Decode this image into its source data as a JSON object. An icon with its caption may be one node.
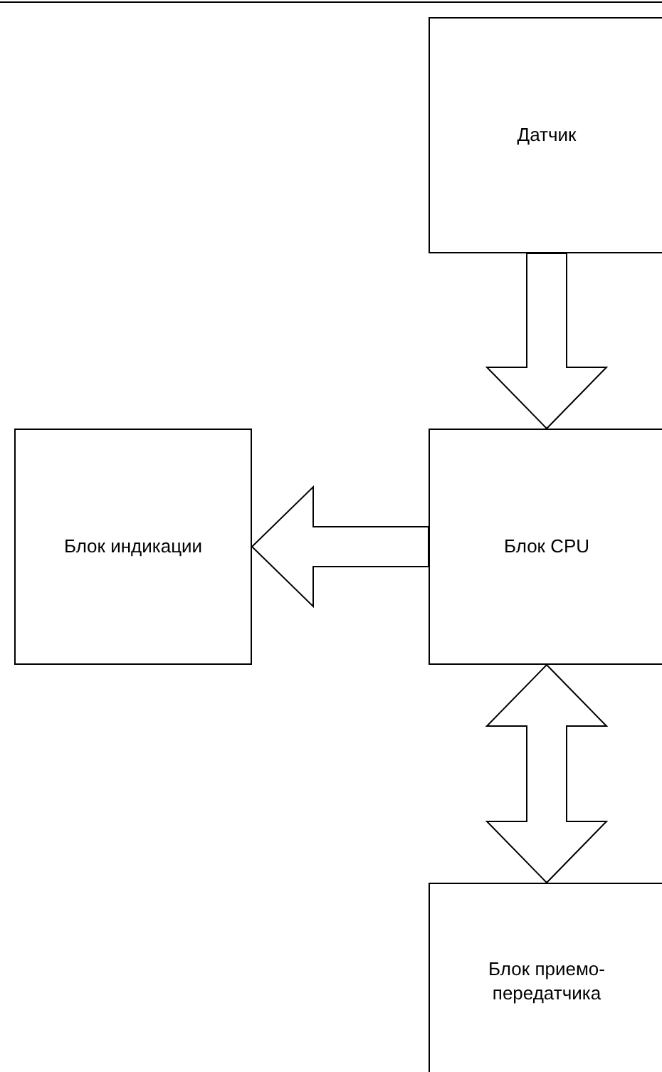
{
  "diagram": {
    "nodes": [
      {
        "text": [
          "Датчик"
        ]
      },
      {
        "text": [
          "Блок CPU"
        ]
      },
      {
        "text": [
          "Блок индикации"
        ]
      },
      {
        "text": [
          "Блок приемо-передатчика"
        ]
      }
    ],
    "edges": [
      {
        "from": 0,
        "to": 1,
        "arrow": "to"
      },
      {
        "from": 1,
        "to": 2,
        "arrow": "to"
      },
      {
        "from": 1,
        "to": 3,
        "arrow": "both"
      }
    ]
  }
}
